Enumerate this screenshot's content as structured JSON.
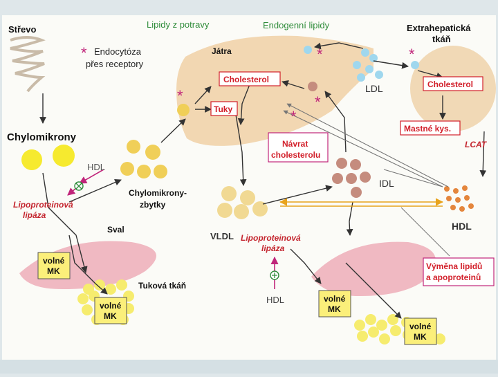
{
  "labels": {
    "strevo": "Střevo",
    "lipidy_z_potravy": "Lipidy z potravy",
    "endogenni_lipidy": "Endogenní lipidy",
    "extrahepaticka_1": "Extrahepatická",
    "extrahepaticka_2": "tkáň",
    "asterisk": "*",
    "endocytoza_1": "Endocytóza",
    "endocytoza_2": "přes receptory",
    "jatra": "Játra",
    "cholesterol_liver": "Cholesterol",
    "tuky": "Tuky",
    "cholesterol_extra": "Cholesterol",
    "ldl": "LDL",
    "mastne_kys": "Mastné kys.",
    "lcat": "LCAT",
    "chylomikrony": "Chylomikrony",
    "hdl_top": "HDL",
    "lpl_1_a": "Lipoproteinová",
    "lpl_1_b": "lipáza",
    "chylo_zbytky_1": "Chylomikrony-",
    "chylo_zbytky_2": "zbytky",
    "navrat_1": "Návrat",
    "navrat_2": "cholesterolu",
    "idl": "IDL",
    "hdl_right": "HDL",
    "sval": "Sval",
    "vldl": "VLDL",
    "lpl_2_a": "Lipoproteinová",
    "lpl_2_b": "lipáza",
    "hdl_bottom": "HDL",
    "volne_mk_1a": "volné",
    "volne_mk_1b": "MK",
    "tukova_tkan": "Tuková tkáň",
    "volne_mk_2a": "volné",
    "volne_mk_2b": "MK",
    "volne_mk_3a": "volné",
    "volne_mk_3b": "MK",
    "volne_mk_4a": "volné",
    "volne_mk_4b": "MK",
    "vymena_1": "Výměna lipidů",
    "vymena_2": "a apoproteinů"
  },
  "colors": {
    "background_panel": "#fbfbf7",
    "liver": "#f2d7b2",
    "extra_tissue": "#f1d9b6",
    "muscle": "#f0b9c2",
    "yellow_particle": "#f6ea2f",
    "chylo_remnant": "#f0cf58",
    "vldl_particle": "#f1d993",
    "idl_particle": "#c58c7e",
    "ldl_particle": "#9fd7ee",
    "hdl_particle": "#e4863d",
    "label_red": "#d21f2a",
    "label_green": "#2f8c3a",
    "mk_box": "#fbef7a"
  },
  "icons": {
    "plus_circle": "plus-circle-icon",
    "times_circle": "times-circle-icon",
    "arrow": "arrow-icon"
  }
}
